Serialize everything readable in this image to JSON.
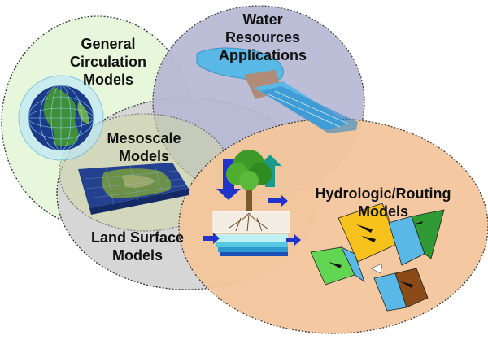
{
  "circles": {
    "gcm": {
      "label": [
        "General",
        "Circulation",
        "Models"
      ],
      "fill": "#e6f7dc"
    },
    "water": {
      "label": [
        "Water",
        "Resources",
        "Applications"
      ],
      "fill": "#b7b8d3"
    },
    "meso": {
      "label": [
        "Mesoscale",
        "Models"
      ],
      "fill": "#d2d8a8"
    },
    "land": {
      "label": [
        "Land Surface",
        "Models"
      ],
      "fill": "#d6d6d6"
    },
    "hydro": {
      "label": [
        "Hydrologic/Routing",
        "Models"
      ],
      "fill": "#f4c79c"
    }
  },
  "colors": {
    "outline": "#333333",
    "ocean": "#1b3a8a",
    "land_green": "#3f8f3a",
    "water_blue": "#5ab8e6",
    "arrow_blue": "#2233cc",
    "tree_green": "#3d9a2a",
    "hillslope_orange": "#f6c21b",
    "hillslope_green": "#2f9a34",
    "hillslope_brown": "#8b4a17"
  },
  "icons": [
    "globe-icon",
    "mesoscale-terrain-icon",
    "river-channel-icon",
    "tree-soil-column-icon",
    "hillslope-routing-icon"
  ]
}
